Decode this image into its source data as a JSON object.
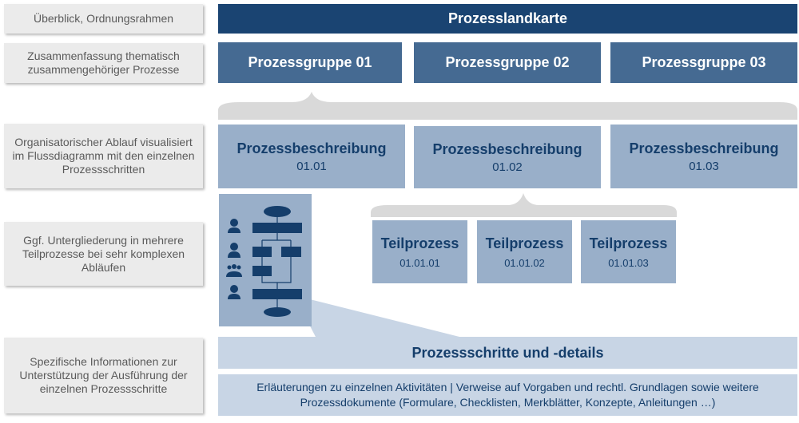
{
  "labels": [
    "Überblick, Ordnungsrahmen",
    "Zusammenfassung thematisch zusammengehöriger Prozesse",
    "Organisatorischer Ablauf visualisiert im Flussdiagramm mit den einzelnen Prozessschritten",
    "Ggf. Untergliederung in mehrere Teilprozesse bei sehr komplexen Abläufen",
    "Spezifische Informationen zur Unterstützung der Ausführung der einzelnen Prozessschritte"
  ],
  "map_title": "Prozesslandkarte",
  "groups": [
    "Prozessgruppe 01",
    "Prozessgruppe 02",
    "Prozessgruppe 03"
  ],
  "descriptions": [
    {
      "title": "Prozessbeschreibung",
      "num": "01.01"
    },
    {
      "title": "Prozessbeschreibung",
      "num": "01.02"
    },
    {
      "title": "Prozessbeschreibung",
      "num": "01.03"
    }
  ],
  "subprocesses": [
    {
      "title": "Teilprozess",
      "num": "01.01.01"
    },
    {
      "title": "Teilprozess",
      "num": "01.01.02"
    },
    {
      "title": "Teilprozess",
      "num": "01.01.03"
    }
  ],
  "steps_title": "Prozessschritte und -details",
  "details_text": "Erläuterungen zu einzelnen Aktivitäten | Verweise auf Vorgaben und rechtl. Grundlagen sowie weitere Prozessdokumente (Formulare, Checklisten, Merkblätter, Konzepte, Anleitungen …)",
  "icons": [
    "person-icon",
    "person-icon",
    "group-icon",
    "person-icon"
  ]
}
